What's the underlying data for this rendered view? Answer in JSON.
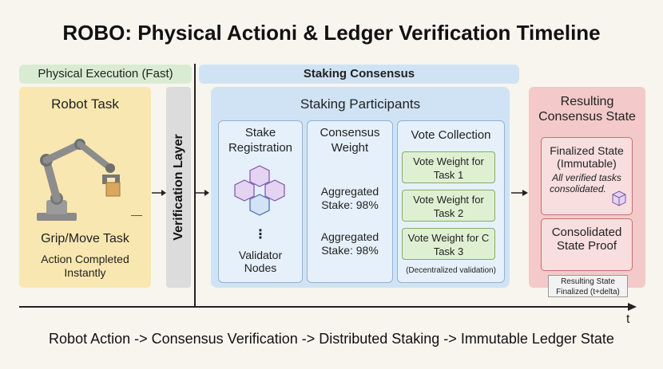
{
  "title": "ROBO: Physical Actioni & Ledger Verification Timeline",
  "headers": {
    "physical": "Physical Execution (Fast)",
    "staking": "Staking Consensus"
  },
  "robot": {
    "title": "Robot Task",
    "task": "Grip/Move Task",
    "desc_line1": "Action Completed",
    "desc_line2": "Instantly"
  },
  "verification_layer": "Verification Layer",
  "staking": {
    "title": "Staking Participants",
    "col1": {
      "title_line1": "Stake",
      "title_line2": "Registration",
      "ellipsis": "⋮",
      "foot_line1": "Validator",
      "foot_line2": "Nodes"
    },
    "col2": {
      "title_line1": "Consensus",
      "title_line2": "Weight",
      "agg1_line1": "Aggregated",
      "agg1_line2": "Stake: 98%",
      "agg2_line1": "Aggregated",
      "agg2_line2": "Stake: 98%"
    },
    "col3": {
      "title": "Vote Collection",
      "votes": [
        {
          "line1": "Vote Weight for",
          "line2": "Task 1"
        },
        {
          "line1": "Vote Weight for",
          "line2": "Task 2"
        },
        {
          "line1": "Vote Weight for C",
          "line2": "Task 3"
        }
      ],
      "note": "(Decentralized validation)"
    }
  },
  "result": {
    "title_line1": "Resulting",
    "title_line2": "Consensus State",
    "final_line1": "Finalized State",
    "final_line2": "(Immutable)",
    "final_italic_line1": "All verified tasks",
    "final_italic_line2": "consolidated.",
    "proof_line1": "Consolidated",
    "proof_line2": "State Proof",
    "note_line1": "Resulting State",
    "note_line2": "Finalized (t+delta)"
  },
  "timeline_label": "t",
  "footer": "Robot Action -> Consensus Verification -> Distributed Staking -> Immutable Ledger State",
  "colors": {
    "background": "#f7f5ee",
    "robot_box": "#f8e7b0",
    "staking_box": "#cfe3f5",
    "result_box": "#f3c9c9",
    "vote_box": "#dff0d2",
    "physical_header": "#d9ecd3"
  }
}
